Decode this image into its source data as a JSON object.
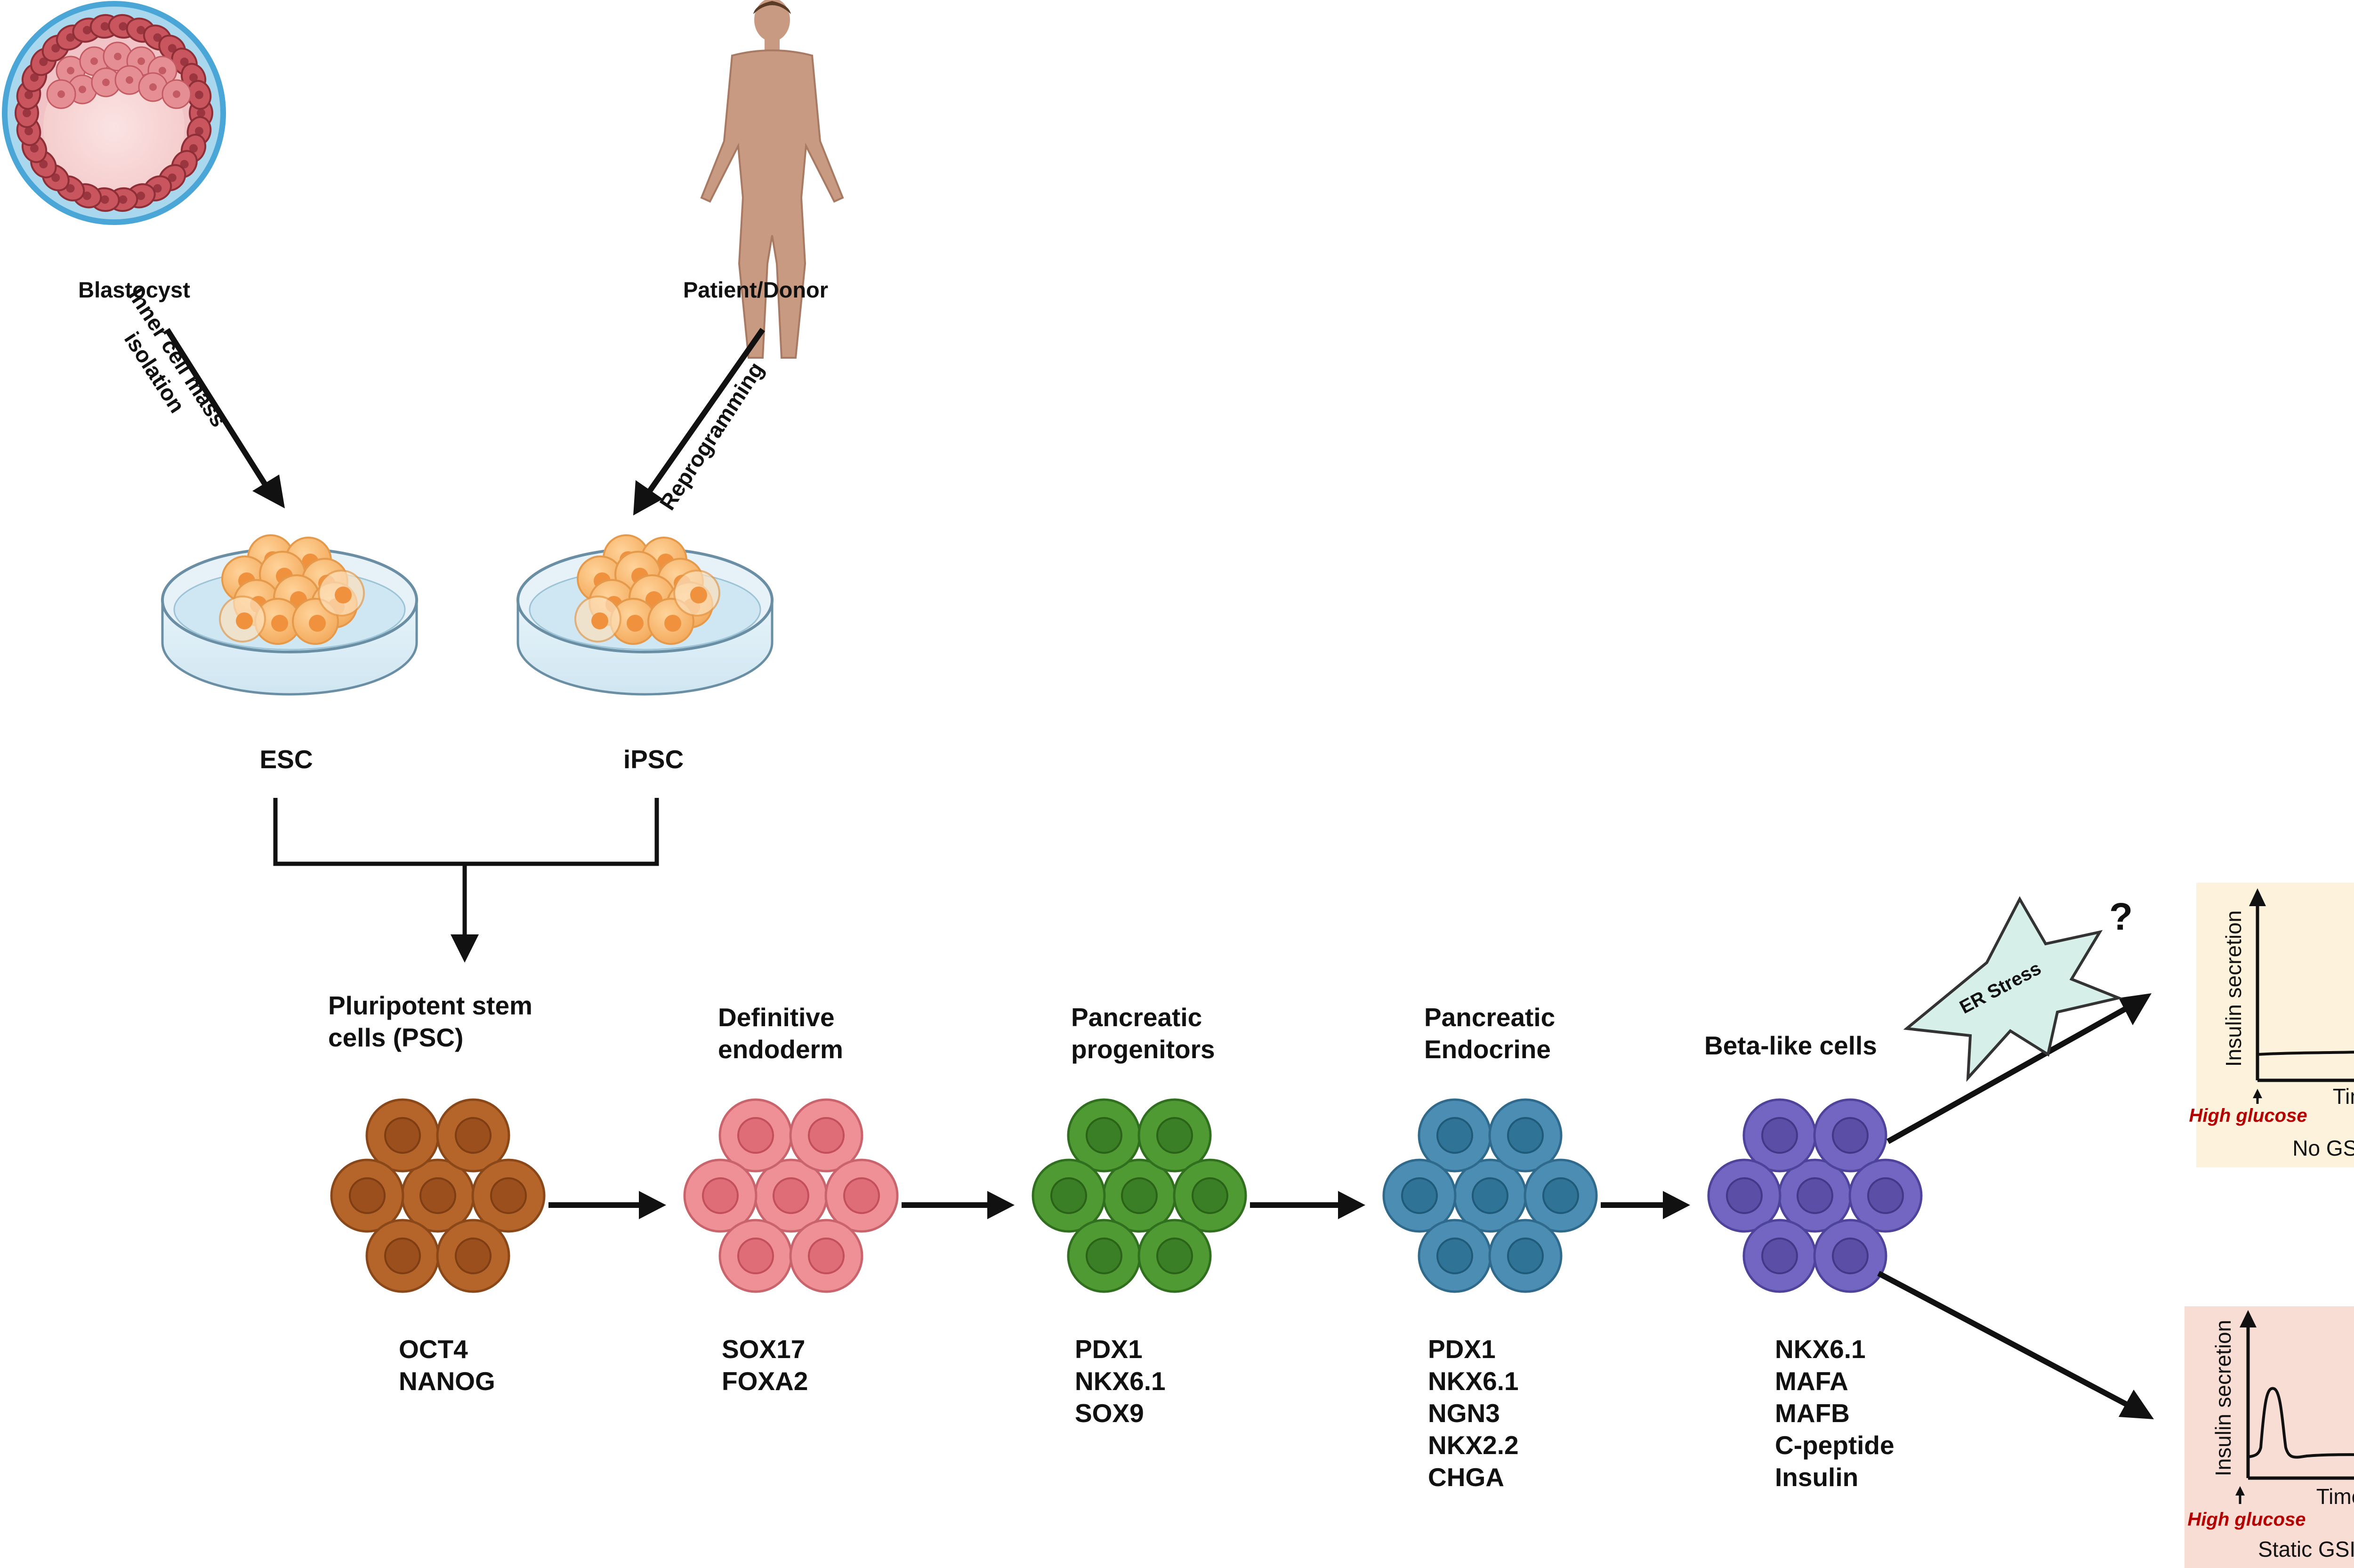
{
  "sources": {
    "blastocyst": "Blastocyst",
    "donor": "Patient/Donor",
    "icm_line1": "Inner cell mass",
    "icm_line2": "isolation",
    "reprogramming": "Reprogramming"
  },
  "dishes": {
    "esc": "ESC",
    "ipsc": "iPSC"
  },
  "stages": [
    {
      "title": [
        "Pluripotent stem",
        "cells (PSC)"
      ],
      "markers": [
        "OCT4",
        "NANOG"
      ],
      "color": "#b5652a",
      "dark": "#8a4718",
      "nucleus": "#9a4f1c",
      "nucleus_edge": "#7e3d12"
    },
    {
      "title": [
        "Definitive",
        "endoderm"
      ],
      "markers": [
        "SOX17",
        "FOXA2"
      ],
      "color": "#ef8f96",
      "dark": "#c9636c",
      "nucleus": "#de6d77",
      "nucleus_edge": "#c24f5a"
    },
    {
      "title": [
        "Pancreatic",
        "progenitors"
      ],
      "markers": [
        "PDX1",
        "NKX6.1",
        "SOX9"
      ],
      "color": "#4f9a33",
      "dark": "#2f6f1d",
      "nucleus": "#3a7f25",
      "nucleus_edge": "#2a6218"
    },
    {
      "title": [
        "Pancreatic",
        "Endocrine"
      ],
      "markers": [
        "PDX1",
        "NKX6.1",
        "NGN3",
        "NKX2.2",
        "CHGA"
      ],
      "color": "#4b8db3",
      "dark": "#2f6a8c",
      "nucleus": "#2f7496",
      "nucleus_edge": "#1f5a78"
    },
    {
      "title": [
        "Beta-like cells"
      ],
      "markers": [
        "NKX6.1",
        "MAFA",
        "MAFB",
        "C-peptide",
        "Insulin"
      ],
      "color": "#7366c2",
      "dark": "#4e439a",
      "nucleus": "#5a4ea6",
      "nucleus_edge": "#433888"
    }
  ],
  "er_stress": {
    "label": "ER Stress",
    "question": "?"
  },
  "graphs": [
    {
      "ylabel": "Insulin secretion",
      "xlabel": "Time",
      "trigger": "High glucose",
      "caption": "No GSIS",
      "bg": "#fdf3dc"
    },
    {
      "ylabel": "Insulin secretion",
      "xlabel": "Time",
      "trigger": "High glucose",
      "caption": "Static GSIS",
      "bg": "#f8ddd5"
    }
  ]
}
